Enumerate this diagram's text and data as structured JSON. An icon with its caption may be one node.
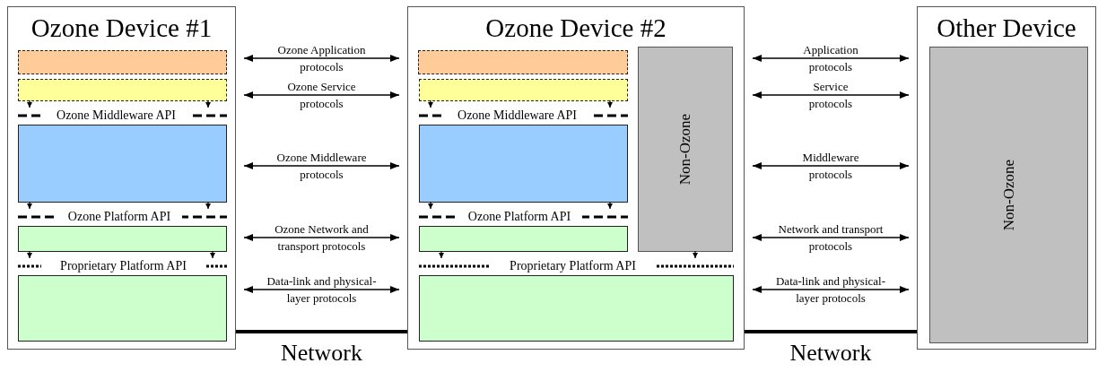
{
  "diagram": {
    "nodes": [
      {
        "text": [
          "Ozone Device #1"
        ]
      },
      {
        "text": [],
        "shape": "box",
        "in": 0
      },
      {
        "text": [],
        "shape": "box",
        "in": 0
      },
      {
        "text": [
          "Ozone Middleware API"
        ],
        "in": 0
      },
      {
        "text": [],
        "shape": "box",
        "in": 0
      },
      {
        "text": [
          "Ozone Platform API"
        ],
        "in": 0
      },
      {
        "text": [],
        "shape": "box",
        "in": 0
      },
      {
        "text": [
          "Proprietary Platform API"
        ],
        "in": 0
      },
      {
        "text": [],
        "shape": "box",
        "in": 0
      },
      {
        "text": [
          "Ozone Device #2"
        ]
      },
      {
        "text": [],
        "shape": "box",
        "in": 9
      },
      {
        "text": [],
        "shape": "box",
        "in": 9
      },
      {
        "text": [
          "Ozone Middleware API"
        ],
        "in": 9
      },
      {
        "text": [],
        "shape": "box",
        "in": 9
      },
      {
        "text": [
          "Ozone Platform API"
        ],
        "in": 9
      },
      {
        "text": [],
        "shape": "box",
        "in": 9
      },
      {
        "text": [
          "Non-Ozone"
        ],
        "in": 9
      },
      {
        "text": [
          "Proprietary Platform API"
        ],
        "in": 9
      },
      {
        "text": [],
        "shape": "box",
        "in": 9
      },
      {
        "text": [
          "Other Device"
        ]
      },
      {
        "text": [
          "Non-Ozone"
        ],
        "in": 19
      }
    ],
    "edges": [
      {
        "from": 0,
        "to": 9,
        "arrow": "both",
        "label": "Ozone Application protocols"
      },
      {
        "from": 0,
        "to": 9,
        "arrow": "both",
        "label": "Ozone Service protocols"
      },
      {
        "from": 0,
        "to": 9,
        "arrow": "both",
        "label": "Ozone Middleware protocols"
      },
      {
        "from": 0,
        "to": 9,
        "arrow": "both",
        "label": "Ozone Network and transport protocols"
      },
      {
        "from": 0,
        "to": 9,
        "arrow": "both",
        "label": "Data-link and physical-layer protocols"
      },
      {
        "from": 0,
        "to": 9,
        "arrow": "none",
        "label": "Network",
        "style": "thick"
      },
      {
        "from": 9,
        "to": 19,
        "arrow": "both",
        "label": "Application protocols"
      },
      {
        "from": 9,
        "to": 19,
        "arrow": "both",
        "label": "Service protocols"
      },
      {
        "from": 9,
        "to": 19,
        "arrow": "both",
        "label": "Middleware protocols"
      },
      {
        "from": 9,
        "to": 19,
        "arrow": "both",
        "label": "Network and transport protocols"
      },
      {
        "from": 9,
        "to": 19,
        "arrow": "both",
        "label": "Data-link and physical-layer protocols"
      },
      {
        "from": 9,
        "to": 19,
        "arrow": "none",
        "label": "Network",
        "style": "thick"
      },
      {
        "from": 2,
        "to": 3,
        "arrow": "to"
      },
      {
        "from": 2,
        "to": 3,
        "arrow": "to"
      },
      {
        "from": 4,
        "to": 5,
        "arrow": "to"
      },
      {
        "from": 4,
        "to": 5,
        "arrow": "to"
      },
      {
        "from": 6,
        "to": 7,
        "arrow": "to"
      },
      {
        "from": 6,
        "to": 7,
        "arrow": "to"
      },
      {
        "from": 11,
        "to": 12,
        "arrow": "to"
      },
      {
        "from": 11,
        "to": 12,
        "arrow": "to"
      },
      {
        "from": 13,
        "to": 14,
        "arrow": "to"
      },
      {
        "from": 13,
        "to": 14,
        "arrow": "to"
      },
      {
        "from": 15,
        "to": 17,
        "arrow": "to"
      },
      {
        "from": 16,
        "to": 17,
        "arrow": "to"
      }
    ]
  }
}
